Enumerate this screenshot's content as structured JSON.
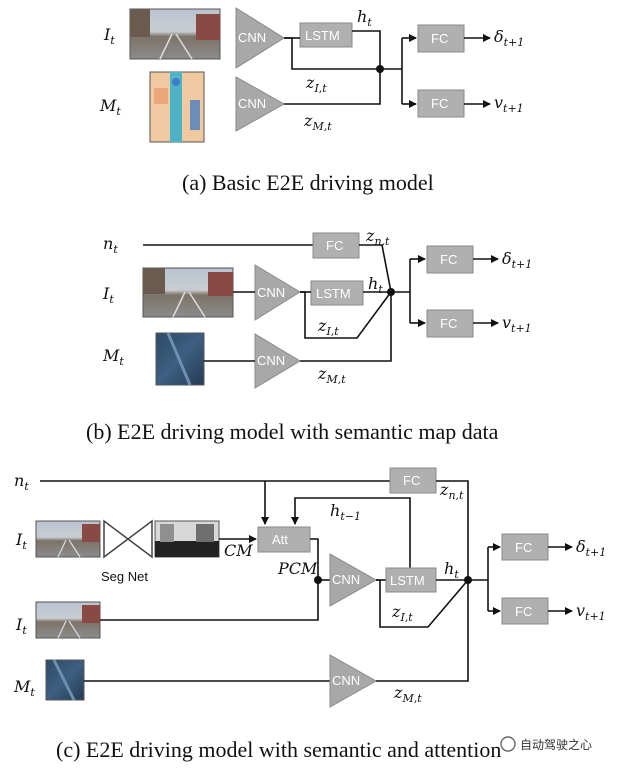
{
  "captions": {
    "a": "(a)   Basic E2E driving model",
    "b": "(b)   E2E driving model with semantic map data",
    "c": "(c)   E2E driving model with semantic and attention"
  },
  "blocks": {
    "cnn": "CNN",
    "lstm": "LSTM",
    "fc": "FC",
    "att": "Att",
    "segnet": "Seg Net"
  },
  "inputs": {
    "image": {
      "base": "I",
      "sub": "t"
    },
    "map": {
      "base": "M",
      "sub": "t"
    },
    "nav": {
      "base": "n",
      "sub": "t"
    }
  },
  "signals": {
    "h": {
      "base": "h",
      "sub": "t"
    },
    "h_prev": {
      "base": "h",
      "sub": "t−1"
    },
    "zI": {
      "base": "z",
      "sub": "I,t"
    },
    "zM": {
      "base": "z",
      "sub": "M,t"
    },
    "zn": {
      "base": "z",
      "sub": "n,t"
    },
    "cm": "CM",
    "pcm": "PCM"
  },
  "outputs": {
    "steer": {
      "base": "δ",
      "sub": "t+1"
    },
    "speed": {
      "base": "v",
      "sub": "t+1"
    }
  },
  "watermark": "自动驾驶之心",
  "colors": {
    "block": "#b0b0b0",
    "wire": "#111111"
  }
}
